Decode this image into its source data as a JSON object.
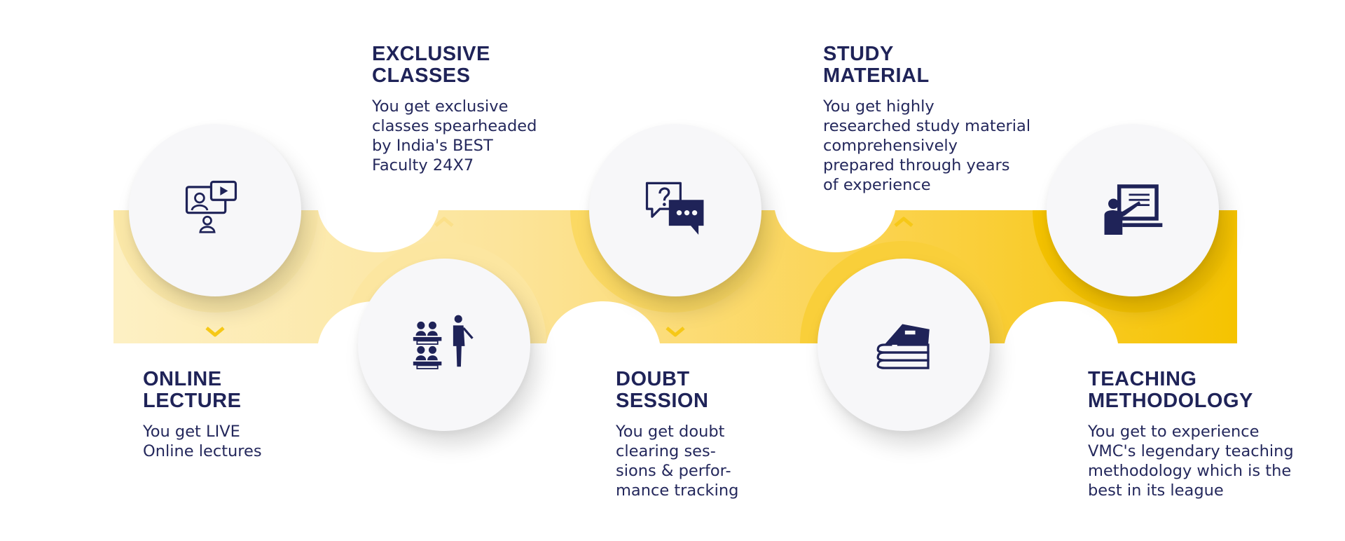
{
  "colors": {
    "navy": "#1f2358",
    "band_light": "#fbe7a0",
    "band_dark": "#f7c600",
    "chevron": "#f6c817",
    "circle": "#f7f7f9"
  },
  "steps": [
    {
      "title_line1": "ONLINE",
      "title_line2": "LECTURE",
      "description": "You get LIVE\nOnline lectures",
      "icon": "video-lecture-icon",
      "chevron": "chevron-down-icon"
    },
    {
      "title_line1": "EXCLUSIVE",
      "title_line2": "CLASSES",
      "description": "You get exclusive\nclasses spearheaded\nby India's BEST\nFaculty 24X7",
      "icon": "classroom-icon",
      "chevron": "chevron-up-icon"
    },
    {
      "title_line1": "DOUBT",
      "title_line2": "SESSION",
      "description": "You get doubt\nclearing ses-\nsions & perfor-\nmance tracking",
      "icon": "chat-question-icon",
      "chevron": "chevron-down-icon"
    },
    {
      "title_line1": "STUDY",
      "title_line2": "MATERIAL",
      "description": "You get highly\nresearched study material\ncomprehensively\nprepared through years\nof experience",
      "icon": "books-icon",
      "chevron": "chevron-up-icon"
    },
    {
      "title_line1": "TEACHING",
      "title_line2": "METHODOLOGY",
      "description": "You get to experience\nVMC's legendary teaching\nmethodology which is the\nbest in its league",
      "icon": "teacher-board-icon",
      "chevron": "chevron-down-icon"
    }
  ]
}
